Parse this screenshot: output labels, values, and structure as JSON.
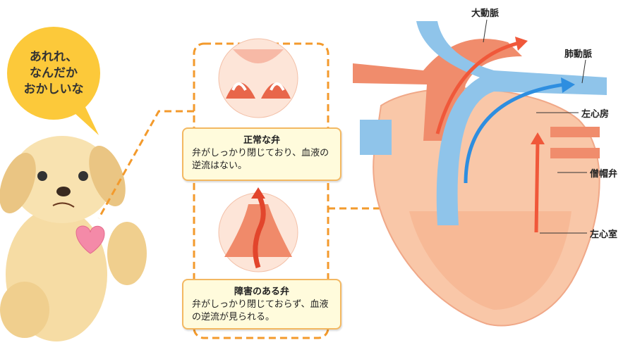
{
  "speech_bubble": {
    "lines": [
      "あれれ、",
      "なんだか",
      "おかしいな"
    ]
  },
  "normal_valve": {
    "title": "正常な弁",
    "description": "弁がしっかり閉じており、血液の逆流はない。"
  },
  "damaged_valve": {
    "title": "障害のある弁",
    "description": "弁がしっかり閉じておらず、血液の逆流が見られる。"
  },
  "heart_labels": {
    "aorta": "大動脈",
    "pulmonary_artery": "肺動脈",
    "left_atrium": "左心房",
    "mitral_valve": "僧帽弁",
    "left_ventricle": "左心室"
  },
  "colors": {
    "accent": "#f39a2c",
    "bubble": "#fcc93a",
    "box_bg": "#fffbdc",
    "artery": "#f2775a",
    "vein": "#7ab8e8"
  }
}
